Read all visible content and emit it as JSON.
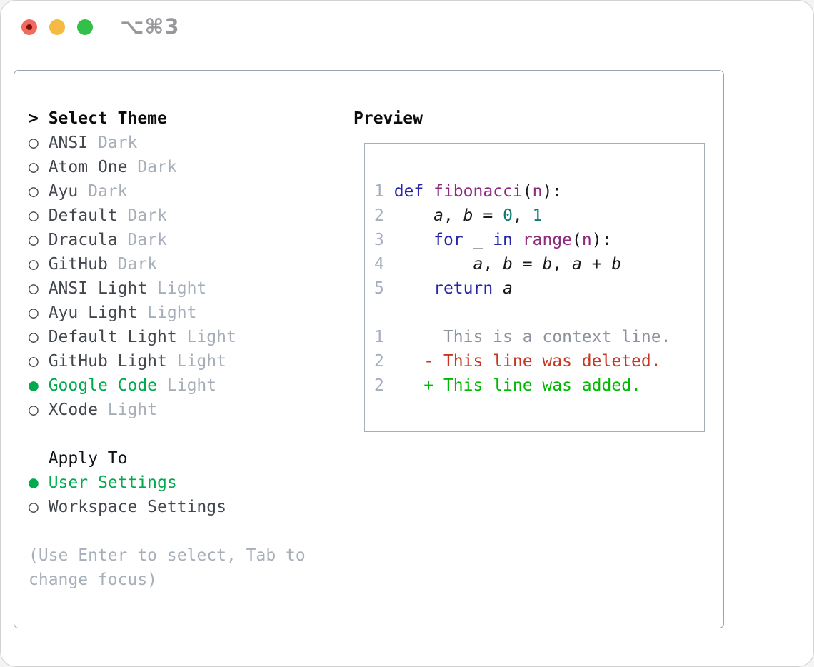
{
  "window": {
    "title": "⌥⌘3",
    "traffic_lights": [
      {
        "name": "close-button",
        "color": "#f16a5e",
        "dot_color": "#7a130b"
      },
      {
        "name": "minimize-button",
        "color": "#f4ba43"
      },
      {
        "name": "zoom-button",
        "color": "#32c04a"
      }
    ]
  },
  "theme_selector": {
    "header": {
      "prefix": ">",
      "label": "Select Theme"
    },
    "themes": [
      {
        "name": "ANSI",
        "variant": "Dark",
        "selected": false
      },
      {
        "name": "Atom One",
        "variant": "Dark",
        "selected": false
      },
      {
        "name": "Ayu",
        "variant": "Dark",
        "selected": false
      },
      {
        "name": "Default",
        "variant": "Dark",
        "selected": false
      },
      {
        "name": "Dracula",
        "variant": "Dark",
        "selected": false
      },
      {
        "name": "GitHub",
        "variant": "Dark",
        "selected": false
      },
      {
        "name": "ANSI Light",
        "variant": "Light",
        "selected": false
      },
      {
        "name": "Ayu Light",
        "variant": "Light",
        "selected": false
      },
      {
        "name": "Default Light",
        "variant": "Light",
        "selected": false
      },
      {
        "name": "GitHub Light",
        "variant": "Light",
        "selected": false
      },
      {
        "name": "Google Code",
        "variant": "Light",
        "selected": true
      },
      {
        "name": "XCode",
        "variant": "Light",
        "selected": false
      }
    ],
    "apply_to": {
      "label": "Apply To",
      "options": [
        {
          "name": "User Settings",
          "selected": true
        },
        {
          "name": "Workspace Settings",
          "selected": false
        }
      ]
    },
    "hint_lines": [
      "(Use Enter to select, Tab to",
      "change focus)"
    ],
    "bullet_unselected": "○",
    "bullet_selected": "●"
  },
  "preview": {
    "label": "Preview",
    "lines": [
      [
        {
          "s": "ln",
          "t": "1 "
        },
        {
          "s": "kw",
          "t": "def"
        },
        {
          "s": "pl",
          "t": " "
        },
        {
          "s": "fn",
          "t": "fibonacci"
        },
        {
          "s": "pl",
          "t": "("
        },
        {
          "s": "fn",
          "t": "n"
        },
        {
          "s": "pl",
          "t": "):"
        }
      ],
      [
        {
          "s": "ln",
          "t": "2 "
        },
        {
          "s": "pl",
          "t": "    "
        },
        {
          "s": "va",
          "t": "a"
        },
        {
          "s": "pl",
          "t": ", "
        },
        {
          "s": "va",
          "t": "b"
        },
        {
          "s": "pl",
          "t": " = "
        },
        {
          "s": "num",
          "t": "0"
        },
        {
          "s": "pl",
          "t": ", "
        },
        {
          "s": "num",
          "t": "1"
        }
      ],
      [
        {
          "s": "ln",
          "t": "3 "
        },
        {
          "s": "pl",
          "t": "    "
        },
        {
          "s": "kw",
          "t": "for"
        },
        {
          "s": "pl",
          "t": " _ "
        },
        {
          "s": "kw",
          "t": "in"
        },
        {
          "s": "pl",
          "t": " "
        },
        {
          "s": "fn",
          "t": "range"
        },
        {
          "s": "pl",
          "t": "("
        },
        {
          "s": "fn",
          "t": "n"
        },
        {
          "s": "pl",
          "t": "):"
        }
      ],
      [
        {
          "s": "ln",
          "t": "4 "
        },
        {
          "s": "pl",
          "t": "        "
        },
        {
          "s": "va",
          "t": "a"
        },
        {
          "s": "pl",
          "t": ", "
        },
        {
          "s": "va",
          "t": "b"
        },
        {
          "s": "pl",
          "t": " = "
        },
        {
          "s": "va",
          "t": "b"
        },
        {
          "s": "pl",
          "t": ", "
        },
        {
          "s": "va",
          "t": "a"
        },
        {
          "s": "pl",
          "t": " + "
        },
        {
          "s": "va",
          "t": "b"
        }
      ],
      [
        {
          "s": "ln",
          "t": "5 "
        },
        {
          "s": "pl",
          "t": "    "
        },
        {
          "s": "kw",
          "t": "return"
        },
        {
          "s": "pl",
          "t": " "
        },
        {
          "s": "va",
          "t": "a"
        }
      ],
      [],
      [
        {
          "s": "ln",
          "t": "1"
        },
        {
          "s": "ctx",
          "t": "      This is a context line."
        }
      ],
      [
        {
          "s": "ln",
          "t": "2"
        },
        {
          "s": "del",
          "t": "    - This line was deleted."
        }
      ],
      [
        {
          "s": "ln",
          "t": "2"
        },
        {
          "s": "add",
          "t": "    + This line was added."
        }
      ]
    ]
  },
  "colors": {
    "accent_green": "#00ab4e",
    "added_green": "#02b902",
    "deleted_red": "#c63823",
    "context_gray": "#8d949e",
    "muted_gray": "#a6aeb8",
    "line_number_gray": "#a4aebc",
    "keyword_blue": "#2425a8",
    "function_purple": "#8d2a7e",
    "literal_teal": "#0f7a72",
    "panel_border": "#9aa3ad",
    "text_dark": "#43484f"
  }
}
